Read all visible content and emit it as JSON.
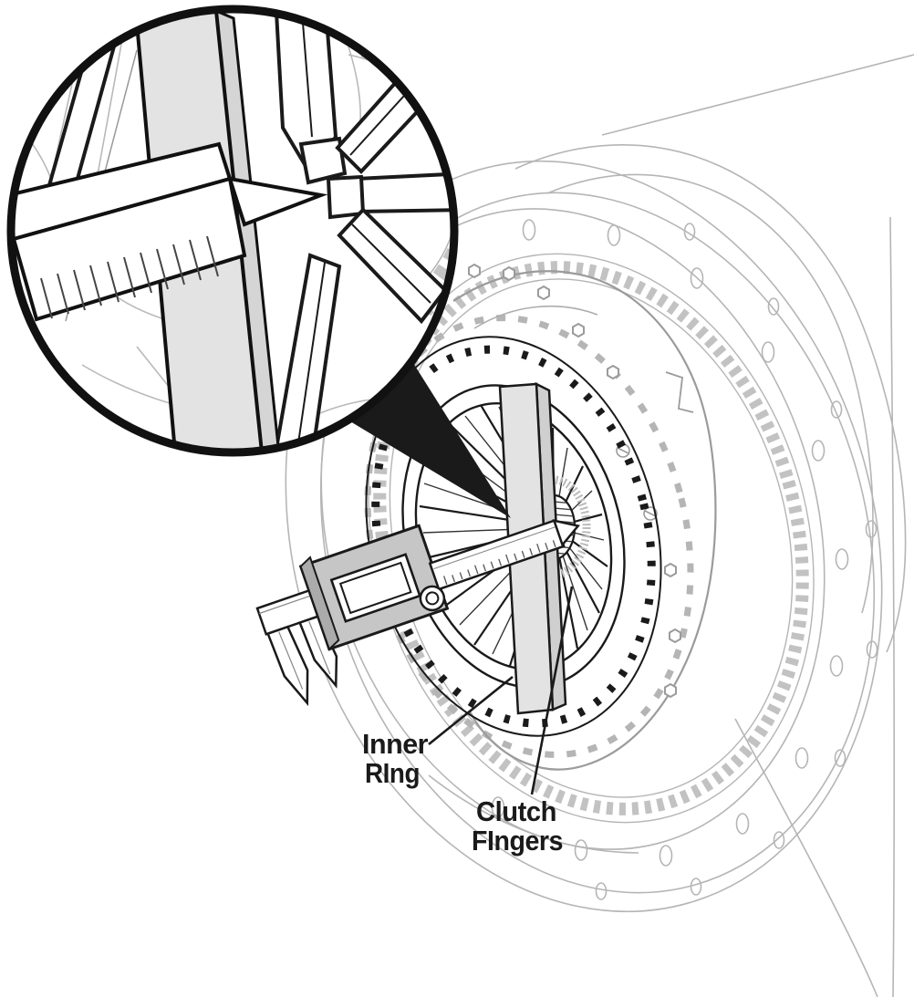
{
  "figure": {
    "kind": "service-manual line illustration",
    "subject": "Measuring clutch finger height with a caliper and straightedge across the pressure plate inner ring",
    "labels": {
      "inner_ring": {
        "line1": "Inner",
        "line2": "RIng"
      },
      "clutch_fingers": {
        "line1": "Clutch",
        "line2": "FIngers"
      }
    },
    "callout": {
      "shape": "magnifier-circle-with-wedge",
      "content": "close-up of caliper tip touching clutch finger beside straightedge"
    },
    "colors": {
      "line_black": "#1a1a1a",
      "background": "#ffffff",
      "faint_gray_art": "#b5b5b5",
      "mid_gray_art": "#9b9b9b",
      "caliper_body_gray": "#c6c6c6",
      "straightedge_gray": "#e3e3e3",
      "callout_wedge_fill": "#1a1a1a"
    }
  }
}
